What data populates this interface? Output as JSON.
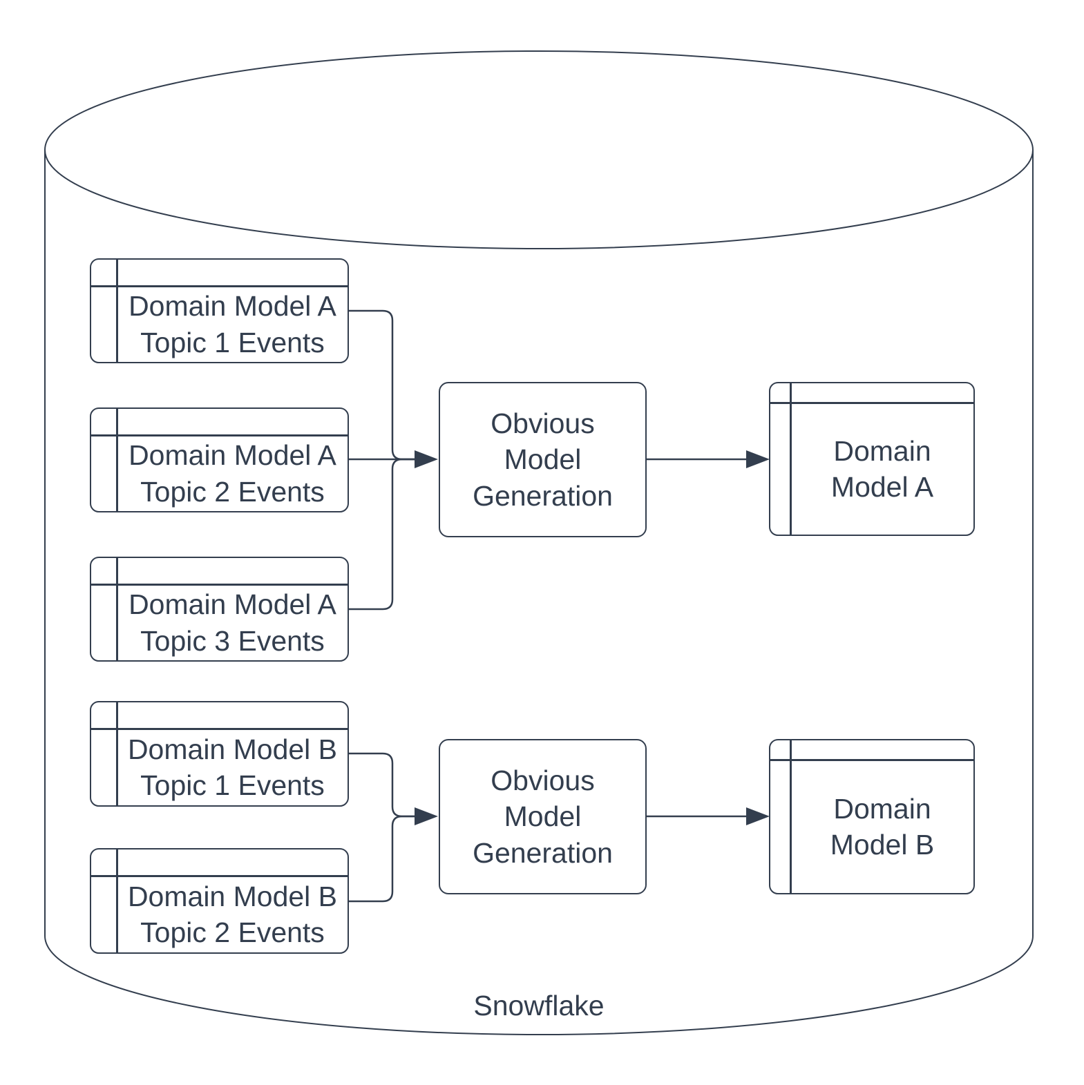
{
  "colors": {
    "ink": "#333e4e",
    "background": "#ffffff"
  },
  "container": {
    "shape": "cylinder",
    "label": "Snowflake"
  },
  "source_tables": [
    {
      "label": "Domain Model A\nTopic 1 Events"
    },
    {
      "label": "Domain Model A\nTopic 2 Events"
    },
    {
      "label": "Domain Model A\nTopic 3 Events"
    },
    {
      "label": "Domain Model B\nTopic 1 Events"
    },
    {
      "label": "Domain Model B\nTopic 2 Events"
    }
  ],
  "processes": [
    {
      "label": "Obvious\nModel\nGeneration"
    },
    {
      "label": "Obvious\nModel\nGeneration"
    }
  ],
  "outputs": [
    {
      "label": "Domain\nModel A"
    },
    {
      "label": "Domain\nModel B"
    }
  ],
  "edges": [
    {
      "from": "Domain Model A Topic 1 Events",
      "to": "Obvious Model Generation (A)"
    },
    {
      "from": "Domain Model A Topic 2 Events",
      "to": "Obvious Model Generation (A)"
    },
    {
      "from": "Domain Model A Topic 3 Events",
      "to": "Obvious Model Generation (A)"
    },
    {
      "from": "Obvious Model Generation (A)",
      "to": "Domain Model A"
    },
    {
      "from": "Domain Model B Topic 1 Events",
      "to": "Obvious Model Generation (B)"
    },
    {
      "from": "Domain Model B Topic 2 Events",
      "to": "Obvious Model Generation (B)"
    },
    {
      "from": "Obvious Model Generation (B)",
      "to": "Domain Model B"
    }
  ]
}
